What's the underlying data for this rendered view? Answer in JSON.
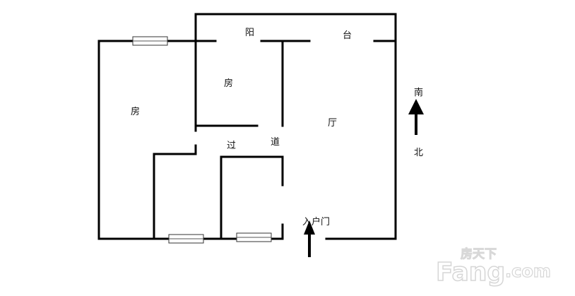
{
  "labels": {
    "balcony_left": "阳",
    "balcony_right": "台",
    "bedroom_inner": "房",
    "bedroom_large": "房",
    "living_room": "厅",
    "corridor_left": "过",
    "corridor_right": "道",
    "entrance": "入户门"
  },
  "compass": {
    "top": "南",
    "bottom": "北"
  },
  "watermark": {
    "cn": "房天下",
    "logo_main": "Fang",
    "logo_suffix": ".com"
  },
  "colors": {
    "wall": "#000000",
    "background": "#ffffff",
    "watermark": "#e0e0e0"
  }
}
